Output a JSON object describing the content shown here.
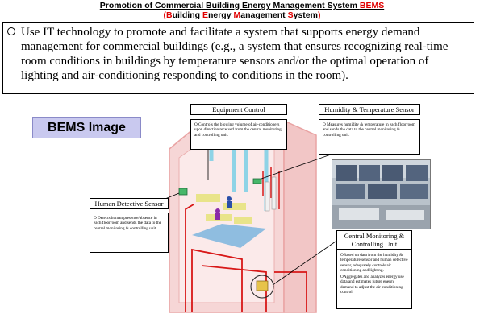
{
  "title": {
    "line1_prefix": "Promotion of Commercial Building Energy Management System ",
    "line1_acronym": "BEMS",
    "line2_open": "(",
    "line2_b1": "B",
    "line2_w1": "uilding ",
    "line2_b2": "E",
    "line2_w2": "nergy ",
    "line2_b3": "M",
    "line2_w3": "anagement ",
    "line2_b4": "S",
    "line2_w4": "ystem",
    "line2_close": ")"
  },
  "summary": "Use IT technology to promote and facilitate a system that supports energy demand management for commercial buildings (e.g., a system that ensures recognizing real-time room conditions in buildings by temperature sensors and/or the optimal operation of lighting and air-conditioning responding to conditions in the room).",
  "image_label": "BEMS Image",
  "callouts": {
    "equipment": {
      "title": "Equipment Control",
      "body": "O Controls the blowing volume of air-conditioners upon direction received from the central monitoring and controlling unit."
    },
    "humidity": {
      "title": "Humidity & Temperature Sensor",
      "body": "O Measures humidity & temperature in each floorroom and sends the data to the central monitoring & controlling unit."
    },
    "human": {
      "title": "Human Detective Sensor",
      "body": "O Detects human presence/absence in each floorroom and sends the data to the central monitoring & controlling unit."
    },
    "central": {
      "title_line1": "Central Monitoring &",
      "title_line2": "Controlling Unit",
      "body1": "OBased on data from the humidity & temperature sensor and human detective sensor, adequately controls air conditioning and lighting.",
      "body2": "OAggregates and analyzes energy use data and estimates future energy demand to adjust the air-conditioning control."
    }
  },
  "colors": {
    "title_accent": "#e00000",
    "label_bg": "#c9c9ef",
    "building_wall": "#f6d6d6",
    "building_outline": "#e9a3a3",
    "pipe_red": "#d81818",
    "duct_cyan": "#8ed3e6",
    "floor_blue": "#8fbde0",
    "desk_yellow": "#e9e48a"
  }
}
